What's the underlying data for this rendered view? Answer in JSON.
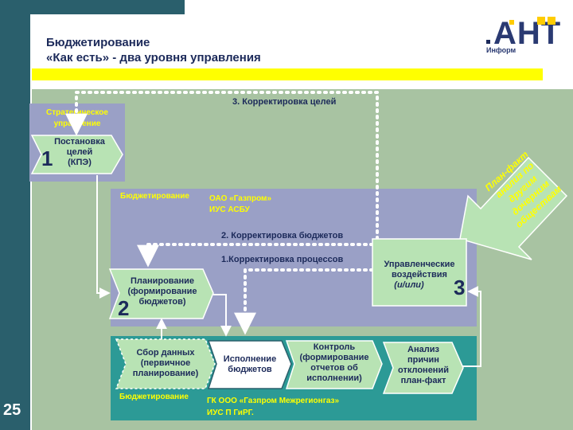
{
  "page_number": "25",
  "title": {
    "line1": "Бюджетирование",
    "line2": "«Как есть» - два уровня управления"
  },
  "logo": {
    "text": "АНТ",
    "sub": "Информ"
  },
  "strategic_label": "Стратегическое управление",
  "loops": {
    "goals": "3. Корректировка целей",
    "budgets": "2. Корректировка бюджетов",
    "processes": "1.Корректировка процессов"
  },
  "mid_level": {
    "label": "Бюджетирование",
    "org_line1": "ОАО «Газпром»",
    "org_line2": "ИУС АСБУ"
  },
  "bottom_level": {
    "label": "Бюджетирование",
    "org_line1": "ГК ООО «Газпром Межрегионгаз»",
    "org_line2": "ИУС П ГиРГ."
  },
  "nodes": {
    "goal_setting": {
      "lines": [
        "Постановка",
        "целей",
        "(КПЭ)"
      ],
      "number": "1"
    },
    "planning": {
      "lines": [
        "Планирование",
        "(формирование",
        "бюджетов)"
      ],
      "number": "2"
    },
    "management": {
      "lines": [
        "Управленческие",
        "воздействия"
      ],
      "italic": "(и/или)",
      "number": "3"
    },
    "data_collection": {
      "lines": [
        "Сбор данных",
        "(первичное",
        "планирование)"
      ]
    },
    "execution": {
      "lines": [
        "Исполнение",
        "бюджетов"
      ]
    },
    "control": {
      "lines": [
        "Контроль",
        "(формирование",
        "отчетов об",
        "исполнении)"
      ]
    },
    "analysis": {
      "lines": [
        "Анализ",
        "причин",
        "отклонений",
        "план-факт"
      ]
    }
  },
  "side_arrow": {
    "lines": [
      "План-факт",
      "анализ по",
      "другим",
      "дочерним",
      "обществам"
    ]
  },
  "colors": {
    "background_green": "#a8c3a2",
    "panel_lavender": "#9aa0c6",
    "panel_teal": "#2c9a96",
    "highlight_yellow": "#ffff00",
    "dark_navy": "#1c2a5a",
    "teal_bar": "#2a5f6c"
  }
}
